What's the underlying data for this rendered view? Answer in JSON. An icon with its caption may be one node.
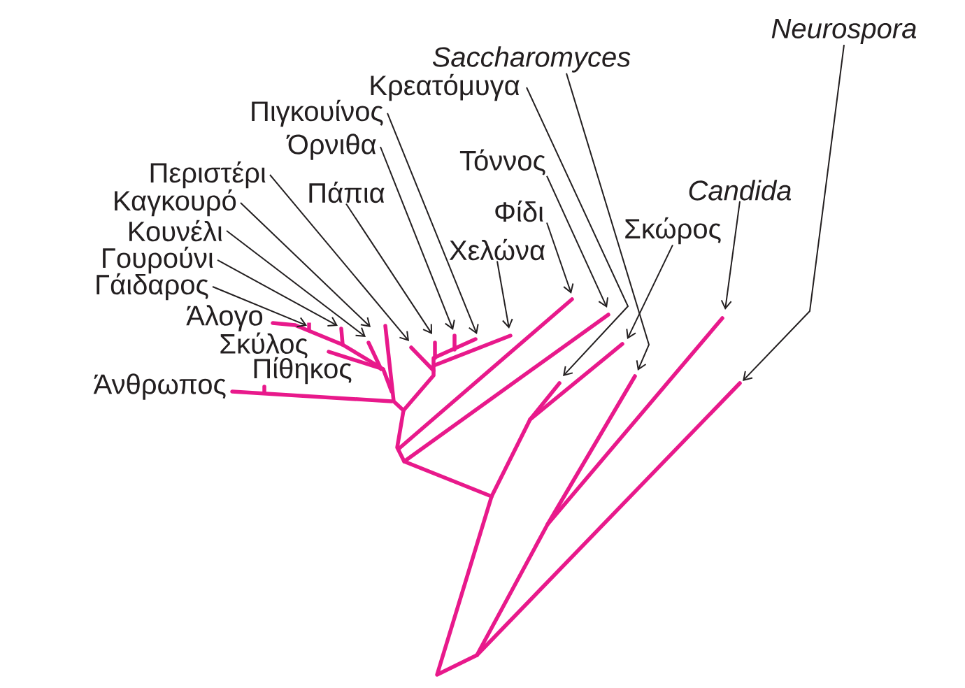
{
  "diagram": {
    "nodes": [
      {
        "text": [
          "Neurospora"
        ]
      },
      {
        "text": [
          "Saccharomyces"
        ]
      },
      {
        "text": [
          "Κρεατόμυγα"
        ]
      },
      {
        "text": [
          "Πιγκουίνος"
        ]
      },
      {
        "text": [
          "Όρνιθα"
        ]
      },
      {
        "text": [
          "Τόννος"
        ]
      },
      {
        "text": [
          "Περιστέρι"
        ]
      },
      {
        "text": [
          "Candida"
        ]
      },
      {
        "text": [
          "Πάπια"
        ]
      },
      {
        "text": [
          "Καγκουρό"
        ]
      },
      {
        "text": [
          "Φίδι"
        ]
      },
      {
        "text": [
          "Κουνέλι"
        ]
      },
      {
        "text": [
          "Σκώρος"
        ]
      },
      {
        "text": [
          "Χελώνα"
        ]
      },
      {
        "text": [
          "Γουρούνι"
        ]
      },
      {
        "text": [
          "Γάιδαρος"
        ]
      },
      {
        "text": [],
        "shape": "bar"
      }
    ],
    "edges": [
      {
        "from": 0,
        "to": null,
        "arrow": "to"
      },
      {
        "from": 1,
        "to": null,
        "arrow": "to"
      },
      {
        "from": 2,
        "to": null,
        "arrow": "to"
      },
      {
        "from": 3,
        "to": null,
        "arrow": "to"
      },
      {
        "from": 4,
        "to": null,
        "arrow": "to"
      },
      {
        "from": 5,
        "to": null,
        "arrow": "to"
      },
      {
        "from": 6,
        "to": null,
        "arrow": "to"
      },
      {
        "from": 7,
        "to": null,
        "arrow": "to"
      },
      {
        "from": 8,
        "to": null,
        "arrow": "to"
      },
      {
        "from": 9,
        "to": null,
        "arrow": "to"
      },
      {
        "from": 10,
        "to": null,
        "arrow": "to"
      },
      {
        "from": 11,
        "to": null,
        "arrow": "to"
      },
      {
        "from": 12,
        "to": null,
        "arrow": "to"
      },
      {
        "from": 13,
        "to": null,
        "arrow": "to"
      },
      {
        "from": 14,
        "to": null,
        "arrow": "to"
      },
      {
        "from": 15,
        "to": 16,
        "arrow": "to"
      }
    ],
    "labels": [
      "Άλογο",
      "Σκύλος",
      "Πίθηκος",
      "Άνθρωπος"
    ]
  }
}
